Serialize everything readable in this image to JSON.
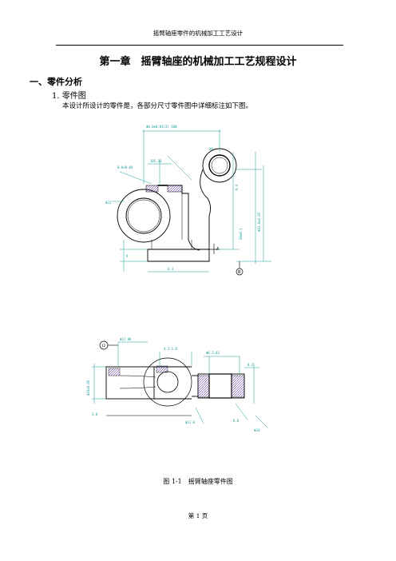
{
  "header": {
    "text": "摇臂轴座零件的机械加工工艺设计"
  },
  "chapter": {
    "title": "第一章　摇臂轴座的机械加工工艺规程设计"
  },
  "section": {
    "title": "一、零件分析"
  },
  "subsection": {
    "title": "1. 零件图"
  },
  "paragraph": {
    "text": "本设计所设计的零件是，各部分尺寸零件图中详细标注如下图。"
  },
  "figure": {
    "caption": "图 1-1　摇臂轴座零件图",
    "marks": {
      "datum_a": "A",
      "datum_b": "B",
      "roughness": "12"
    },
    "colors": {
      "outline": "#000000",
      "dimension": "#1a9c9c",
      "hatch": "#6a3fb0"
    }
  },
  "footer": {
    "text": "第 1 页"
  }
}
